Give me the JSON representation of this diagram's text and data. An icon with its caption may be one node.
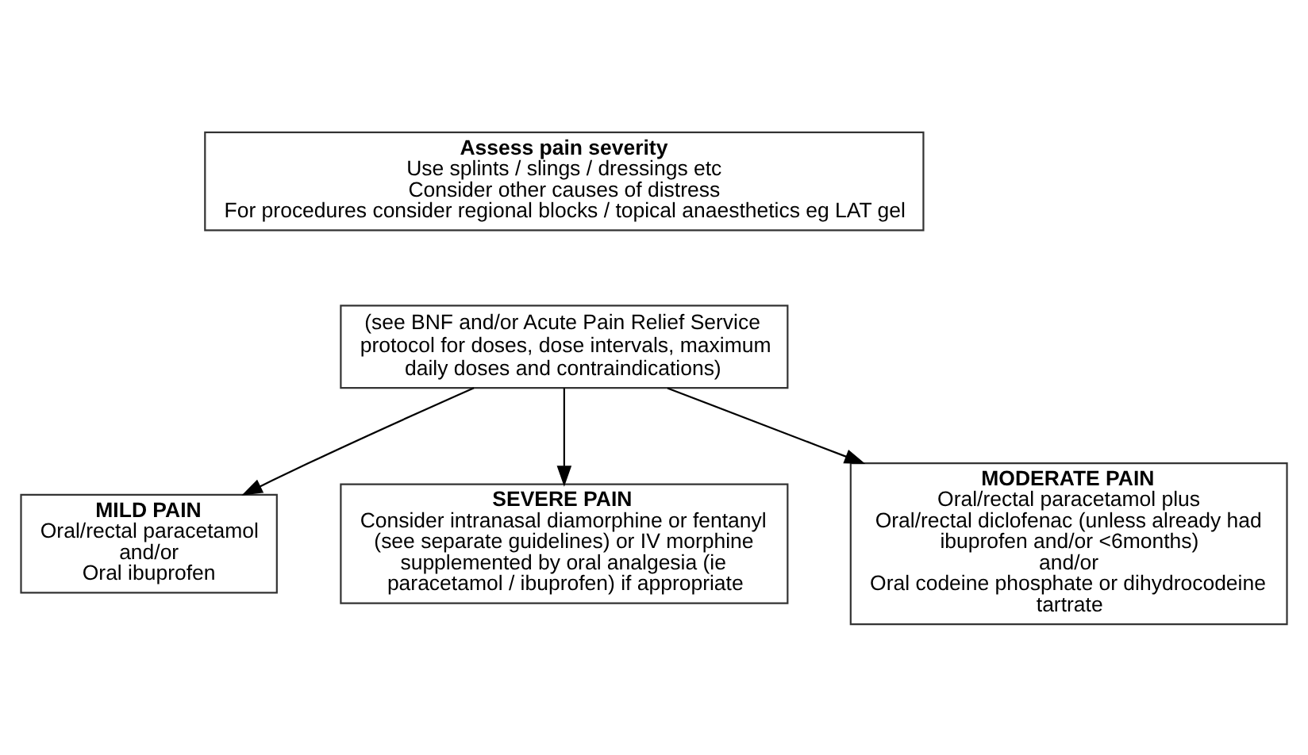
{
  "diagram": {
    "nodes": [
      {
        "text": [
          "Assess pain severity",
          "Use splints / slings / dressings etc",
          "Consider other causes of distress",
          "For procedures consider regional blocks / topical anaesthetics eg LAT gel"
        ]
      },
      {
        "text": [
          "(see BNF and/or Acute Pain Relief Service protocol for doses, dose intervals, maximum daily doses and contraindications)"
        ]
      },
      {
        "text": [
          "MILD PAIN",
          "Oral/rectal paracetamol",
          "and/or",
          "Oral ibuprofen"
        ]
      },
      {
        "text": [
          "SEVERE PAIN",
          "Consider intranasal diamorphine or fentanyl (see separate guidelines) or IV morphine supplemented by oral analgesia (ie paracetamol / ibuprofen) if appropriate"
        ]
      },
      {
        "text": [
          "MODERATE PAIN",
          "Oral/rectal paracetamol plus",
          "Oral/rectal diclofenac (unless already had ibuprofen and/or <6months)",
          "and/or",
          "Oral codeine phosphate or dihydrocodeine tartrate"
        ]
      }
    ],
    "edges": [
      {
        "from": 1,
        "to": 2,
        "arrow": "to"
      },
      {
        "from": 1,
        "to": 4,
        "arrow": "to"
      },
      {
        "from": 1,
        "to": 3,
        "arrow": "to"
      }
    ]
  }
}
